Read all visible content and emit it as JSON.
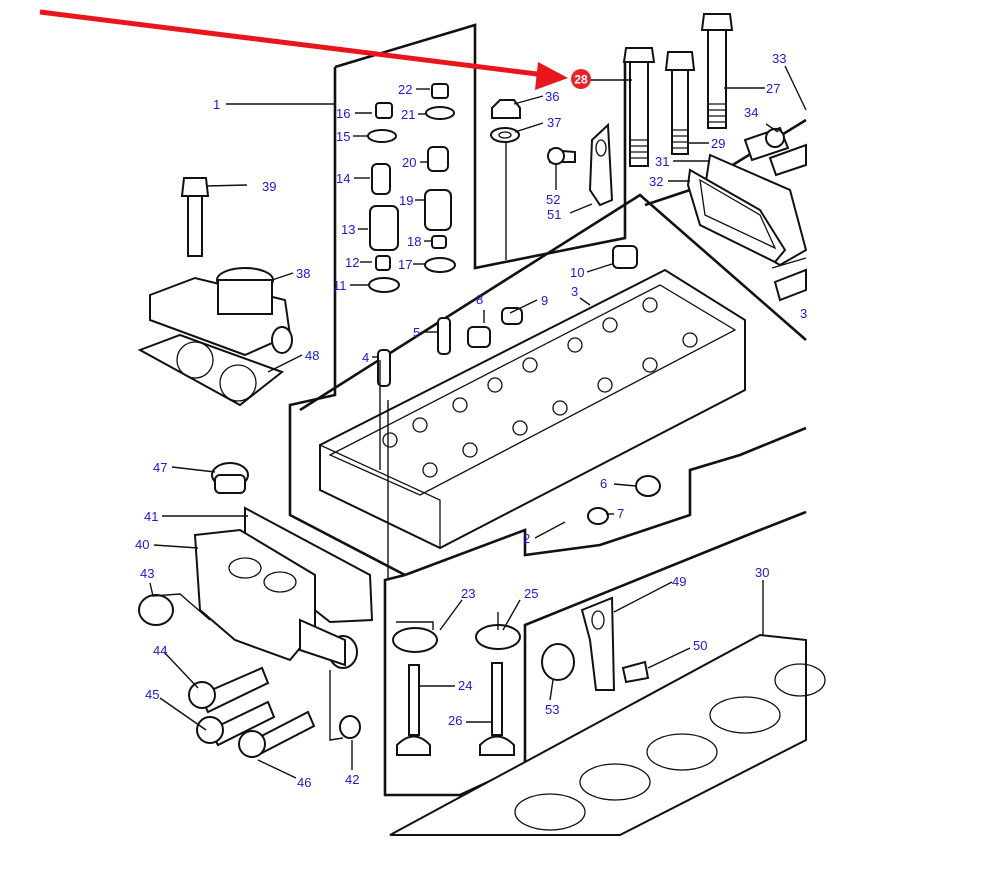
{
  "diagram": {
    "title": "Cylinder head exploded parts diagram",
    "highlight": {
      "part": "28",
      "color": "#e8242a",
      "arrow_color": "#e8161c"
    },
    "label_color": "#1a1adb",
    "labels": {
      "p1": "1",
      "p2": "2",
      "p3": "3",
      "p3b": "3",
      "p4": "4",
      "p5": "5",
      "p6": "6",
      "p7": "7",
      "p8": "8",
      "p9": "9",
      "p10": "10",
      "p11": "11",
      "p12": "12",
      "p13": "13",
      "p14": "14",
      "p15": "15",
      "p16": "16",
      "p17": "17",
      "p18": "18",
      "p19": "19",
      "p20": "20",
      "p21": "21",
      "p22": "22",
      "p23": "23",
      "p24": "24",
      "p25": "25",
      "p26": "26",
      "p27": "27",
      "p28": "28",
      "p29": "29",
      "p30": "30",
      "p31": "31",
      "p32": "32",
      "p33": "33",
      "p34": "34",
      "p36": "36",
      "p37": "37",
      "p38": "38",
      "p39": "39",
      "p40": "40",
      "p41": "41",
      "p42": "42",
      "p43": "43",
      "p44": "44",
      "p45": "45",
      "p46": "46",
      "p47": "47",
      "p48": "48",
      "p49": "49",
      "p50": "50",
      "p51": "51",
      "p52": "52",
      "p53": "53"
    }
  }
}
